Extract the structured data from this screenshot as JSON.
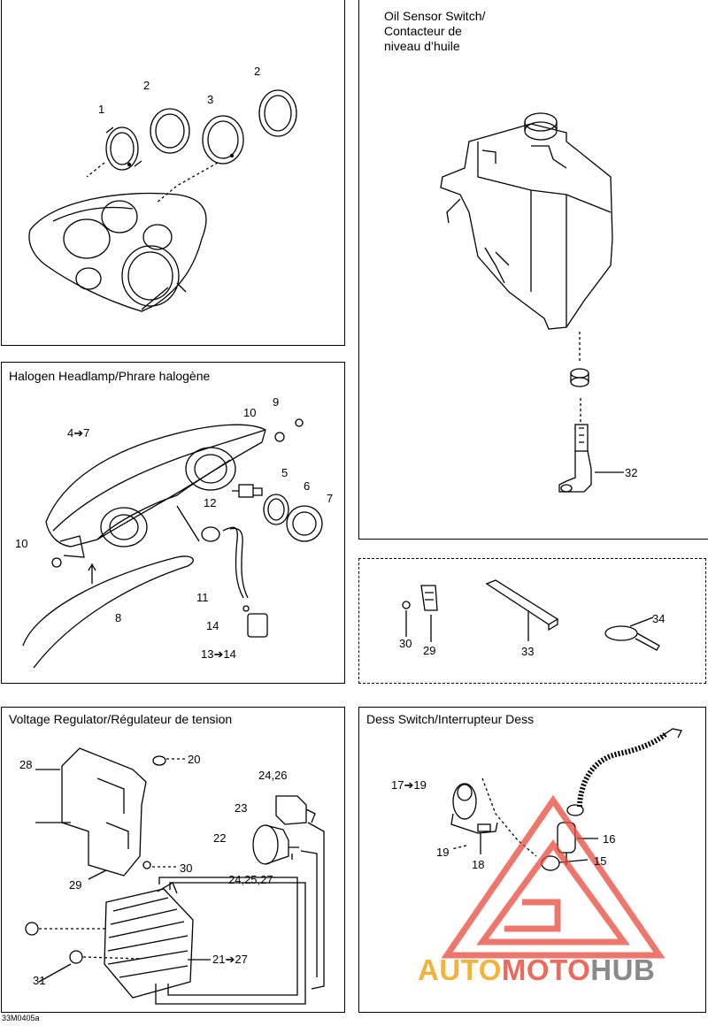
{
  "panels": {
    "gauges": {},
    "oil": {
      "title": "Oil Sensor Switch/\nContacteur de\nniveau d’huile"
    },
    "headlamp": {
      "title": "Halogen Headlamp/Phrare halogène"
    },
    "hardware": {},
    "regulator": {
      "title": "Voltage Regulator/Régulateur de tension"
    },
    "dess": {
      "title": "Dess Switch/Interrupteur Dess"
    }
  },
  "callouts": {
    "g1": "1",
    "g2a": "2",
    "g3": "3",
    "g2b": "2",
    "o32": "32",
    "h9": "9",
    "h10a": "10",
    "h47": "4➔7",
    "h5": "5",
    "h6": "6",
    "h7": "7",
    "h12": "12",
    "h10b": "10",
    "h11": "11",
    "h8": "8",
    "h14": "14",
    "h1314": "13➔14",
    "k30": "30",
    "k29": "29",
    "k33": "33",
    "k34": "34",
    "r28": "28",
    "r20": "20",
    "r2426": "24,26",
    "r23": "23",
    "r22": "22",
    "r242527": "24,25,27",
    "r30": "30",
    "r29": "29",
    "r2127": "21➔27",
    "r31": "31",
    "d1719": "17➔19",
    "d16": "16",
    "d15": "15",
    "d19": "19",
    "d18": "18"
  },
  "image_code": "33M0405a",
  "watermark": {
    "part1": "AUTO",
    "part2": "MOTO",
    "part3": "HUB",
    "colors": {
      "auto": "#f2b33c",
      "moto": "#ec6a5c",
      "hub": "#8a8a8a",
      "triangle": "#e84a3c"
    }
  }
}
